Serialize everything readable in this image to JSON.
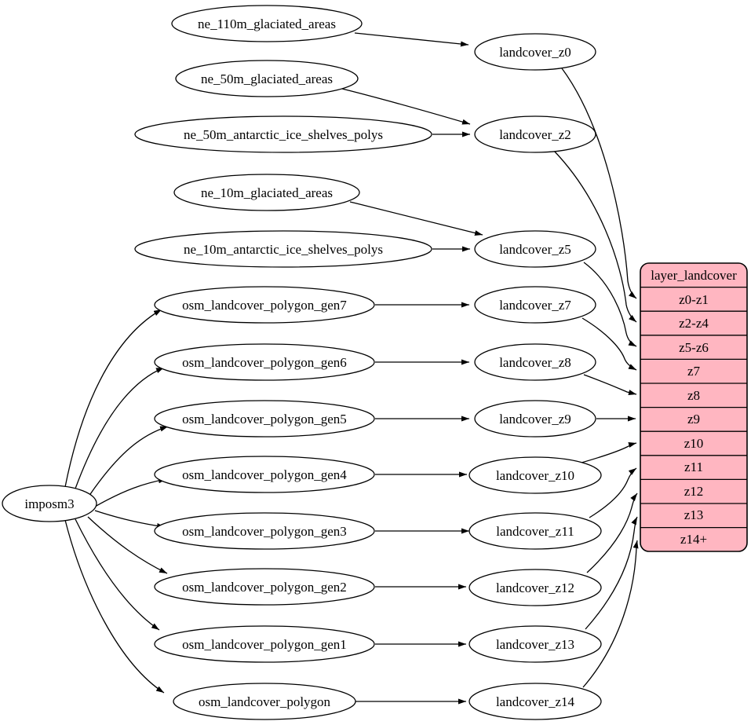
{
  "diagram": {
    "colors": {
      "table_fill": "#ffb6c1",
      "node_fill": "#ffffff",
      "line": "#000000",
      "background": "#ffffff"
    },
    "importer": "imposm3",
    "sources": [
      "ne_110m_glaciated_areas",
      "ne_50m_glaciated_areas",
      "ne_50m_antarctic_ice_shelves_polys",
      "ne_10m_glaciated_areas",
      "ne_10m_antarctic_ice_shelves_polys",
      "osm_landcover_polygon_gen7",
      "osm_landcover_polygon_gen6",
      "osm_landcover_polygon_gen5",
      "osm_landcover_polygon_gen4",
      "osm_landcover_polygon_gen3",
      "osm_landcover_polygon_gen2",
      "osm_landcover_polygon_gen1",
      "osm_landcover_polygon"
    ],
    "generalized": [
      "landcover_z0",
      "landcover_z2",
      "landcover_z5",
      "landcover_z7",
      "landcover_z8",
      "landcover_z9",
      "landcover_z10",
      "landcover_z11",
      "landcover_z12",
      "landcover_z13",
      "landcover_z14"
    ],
    "layer_table": {
      "header": "layer_landcover",
      "rows": [
        "z0-z1",
        "z2-z4",
        "z5-z6",
        "z7",
        "z8",
        "z9",
        "z10",
        "z11",
        "z12",
        "z13",
        "z14+"
      ]
    },
    "edges": [
      {
        "from": "ne_110m_glaciated_areas",
        "to": "landcover_z0"
      },
      {
        "from": "ne_50m_glaciated_areas",
        "to": "landcover_z2"
      },
      {
        "from": "ne_50m_antarctic_ice_shelves_polys",
        "to": "landcover_z2"
      },
      {
        "from": "ne_10m_glaciated_areas",
        "to": "landcover_z5"
      },
      {
        "from": "ne_10m_antarctic_ice_shelves_polys",
        "to": "landcover_z5"
      },
      {
        "from": "imposm3",
        "to": "osm_landcover_polygon_gen7"
      },
      {
        "from": "imposm3",
        "to": "osm_landcover_polygon_gen6"
      },
      {
        "from": "imposm3",
        "to": "osm_landcover_polygon_gen5"
      },
      {
        "from": "imposm3",
        "to": "osm_landcover_polygon_gen4"
      },
      {
        "from": "imposm3",
        "to": "osm_landcover_polygon_gen3"
      },
      {
        "from": "imposm3",
        "to": "osm_landcover_polygon_gen2"
      },
      {
        "from": "imposm3",
        "to": "osm_landcover_polygon_gen1"
      },
      {
        "from": "imposm3",
        "to": "osm_landcover_polygon"
      },
      {
        "from": "osm_landcover_polygon_gen7",
        "to": "landcover_z7"
      },
      {
        "from": "osm_landcover_polygon_gen6",
        "to": "landcover_z8"
      },
      {
        "from": "osm_landcover_polygon_gen5",
        "to": "landcover_z9"
      },
      {
        "from": "osm_landcover_polygon_gen4",
        "to": "landcover_z10"
      },
      {
        "from": "osm_landcover_polygon_gen3",
        "to": "landcover_z11"
      },
      {
        "from": "osm_landcover_polygon_gen2",
        "to": "landcover_z12"
      },
      {
        "from": "osm_landcover_polygon_gen1",
        "to": "landcover_z13"
      },
      {
        "from": "osm_landcover_polygon",
        "to": "landcover_z14"
      },
      {
        "from": "landcover_z0",
        "to": "z0-z1"
      },
      {
        "from": "landcover_z2",
        "to": "z2-z4"
      },
      {
        "from": "landcover_z5",
        "to": "z5-z6"
      },
      {
        "from": "landcover_z7",
        "to": "z7"
      },
      {
        "from": "landcover_z8",
        "to": "z8"
      },
      {
        "from": "landcover_z9",
        "to": "z9"
      },
      {
        "from": "landcover_z10",
        "to": "z10"
      },
      {
        "from": "landcover_z11",
        "to": "z11"
      },
      {
        "from": "landcover_z12",
        "to": "z12"
      },
      {
        "from": "landcover_z13",
        "to": "z13"
      },
      {
        "from": "landcover_z14",
        "to": "z14+"
      }
    ]
  }
}
